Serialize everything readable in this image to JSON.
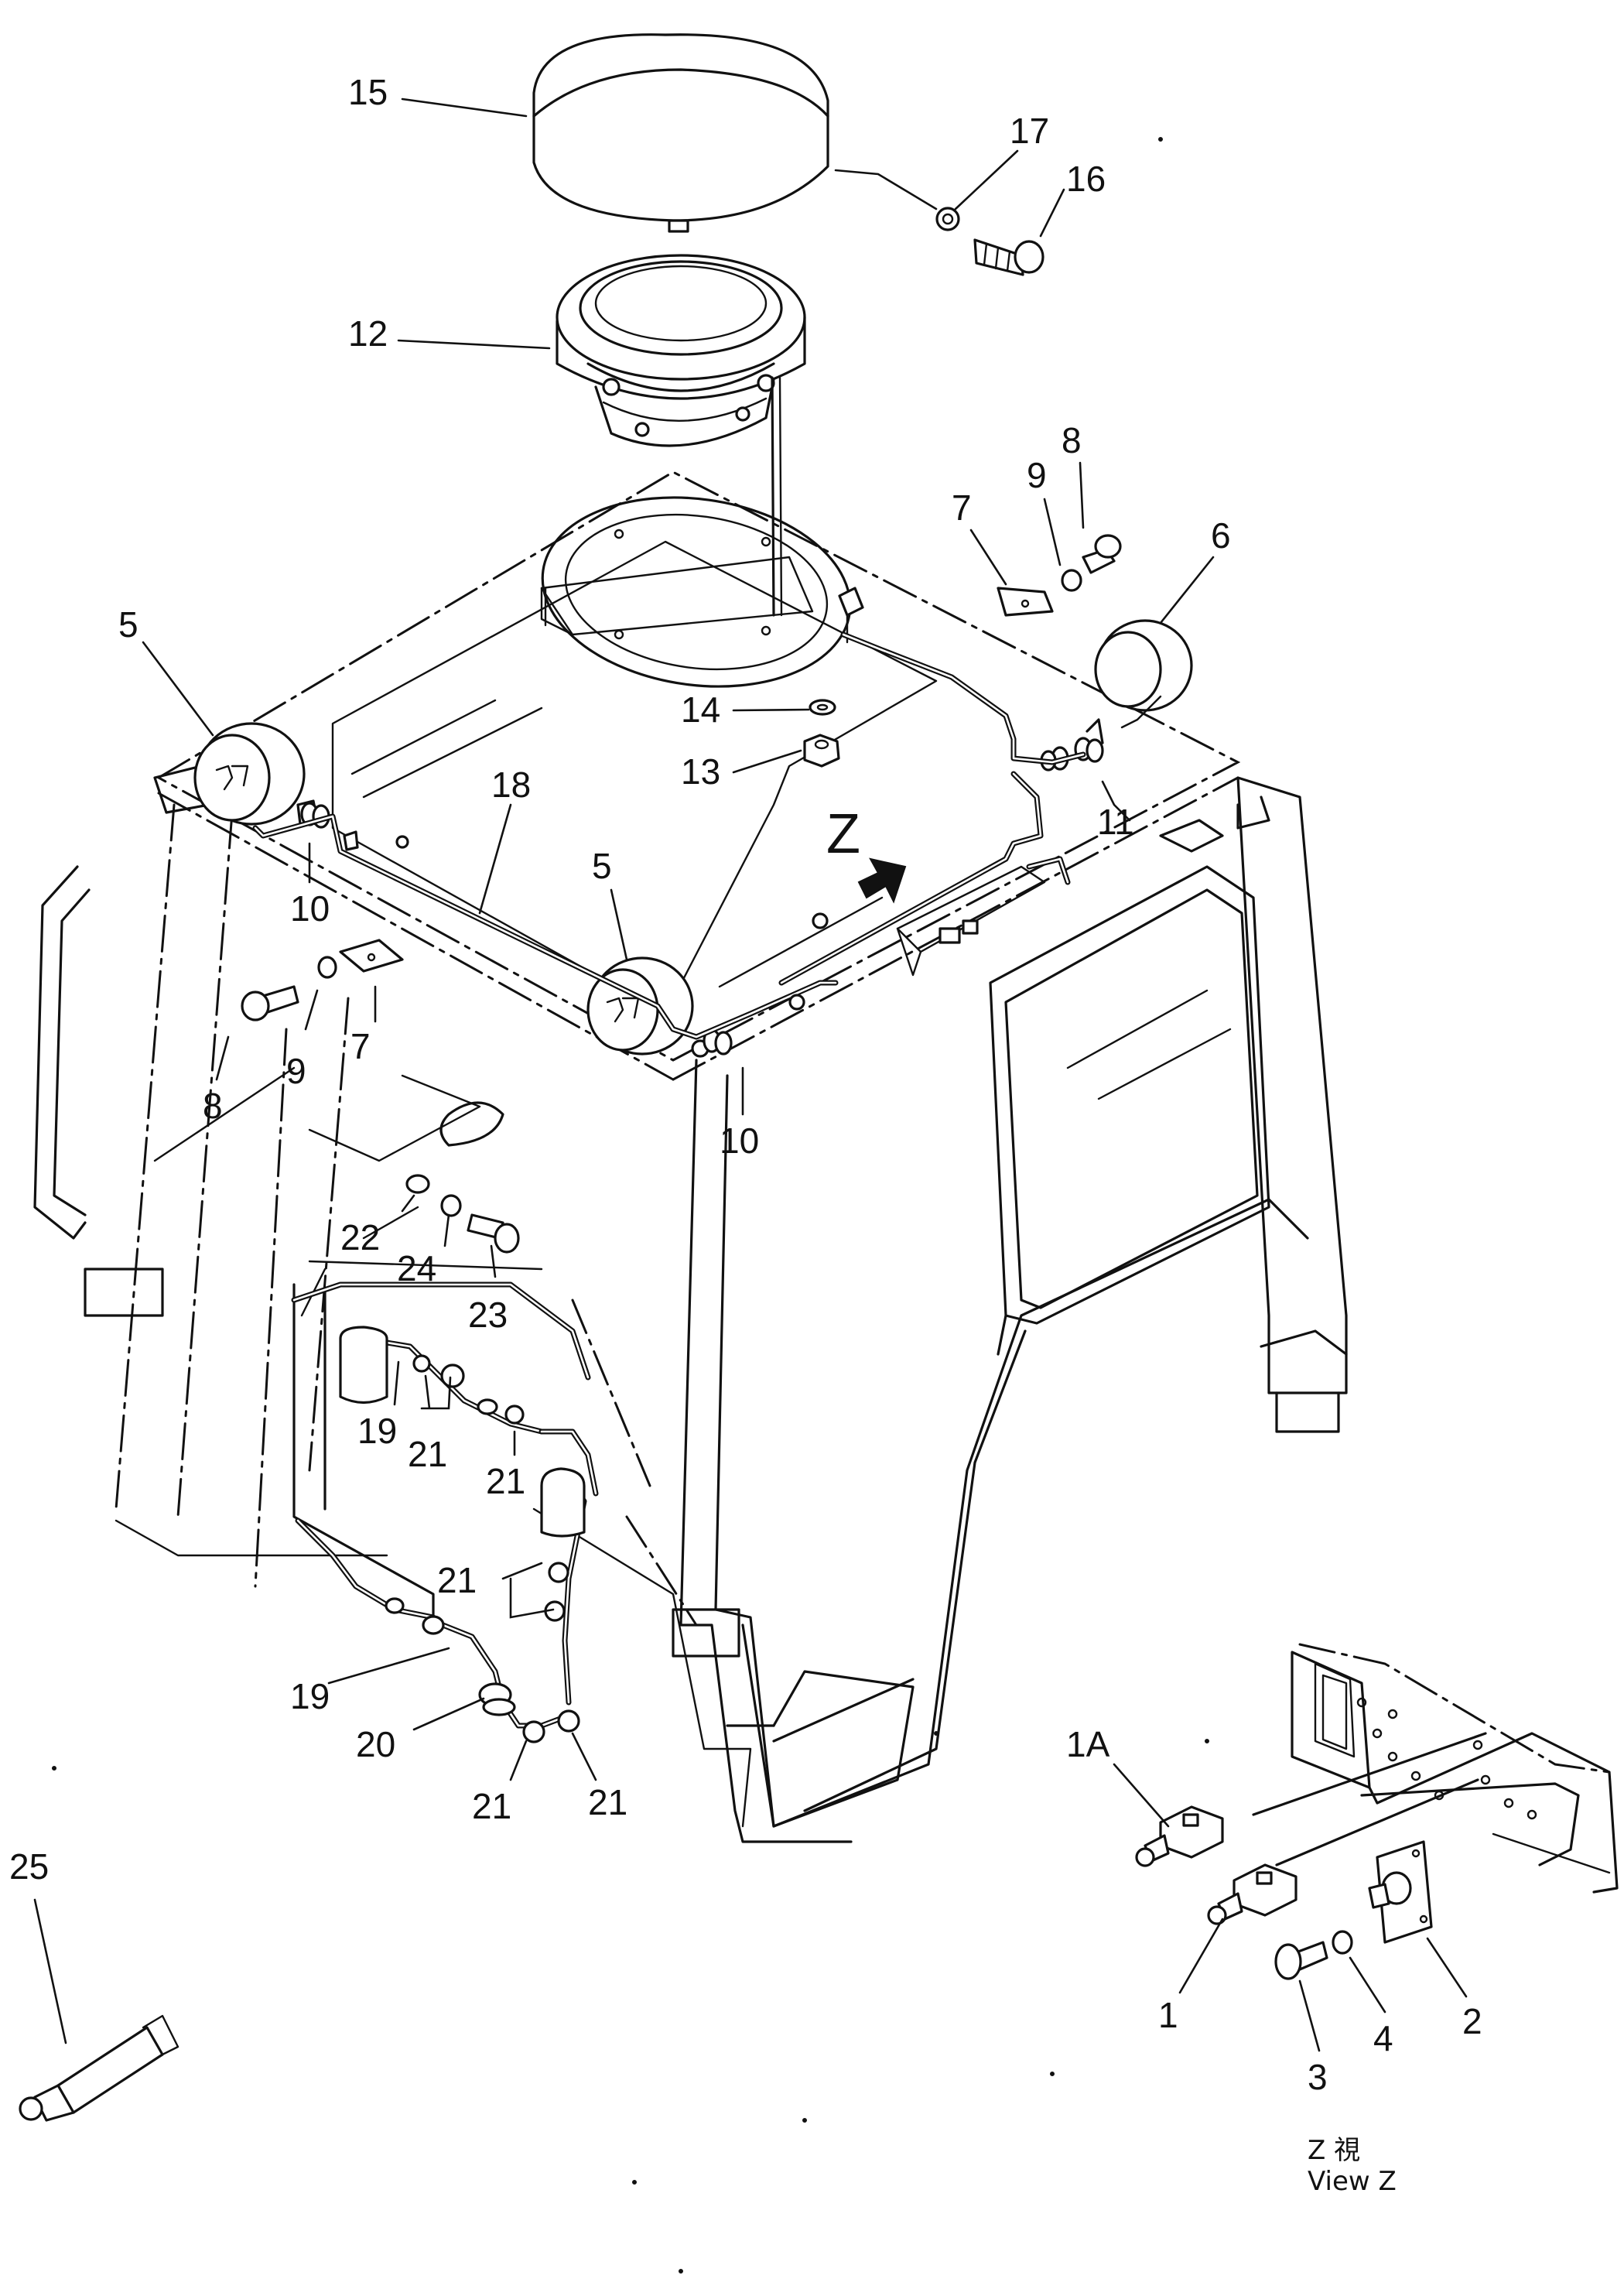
{
  "view_marker": "Z",
  "view_caption": {
    "line1": "Z 視",
    "line2": "View Z"
  },
  "callouts": [
    {
      "id": "15",
      "text": "15"
    },
    {
      "id": "17",
      "text": "17"
    },
    {
      "id": "16",
      "text": "16"
    },
    {
      "id": "12",
      "text": "12"
    },
    {
      "id": "8a",
      "text": "8"
    },
    {
      "id": "9a",
      "text": "9"
    },
    {
      "id": "7a",
      "text": "7"
    },
    {
      "id": "6",
      "text": "6"
    },
    {
      "id": "5a",
      "text": "5"
    },
    {
      "id": "14",
      "text": "14"
    },
    {
      "id": "13",
      "text": "13"
    },
    {
      "id": "11",
      "text": "11"
    },
    {
      "id": "18",
      "text": "18"
    },
    {
      "id": "10a",
      "text": "10"
    },
    {
      "id": "5b",
      "text": "5"
    },
    {
      "id": "9b",
      "text": "9"
    },
    {
      "id": "7b",
      "text": "7"
    },
    {
      "id": "8b",
      "text": "8"
    },
    {
      "id": "10b",
      "text": "10"
    },
    {
      "id": "22",
      "text": "22"
    },
    {
      "id": "24",
      "text": "24"
    },
    {
      "id": "23",
      "text": "23"
    },
    {
      "id": "19a",
      "text": "19"
    },
    {
      "id": "21a",
      "text": "21"
    },
    {
      "id": "21b",
      "text": "21"
    },
    {
      "id": "21c",
      "text": "21"
    },
    {
      "id": "19b",
      "text": "19"
    },
    {
      "id": "20",
      "text": "20"
    },
    {
      "id": "21d",
      "text": "21"
    },
    {
      "id": "21e",
      "text": "21"
    },
    {
      "id": "25",
      "text": "25"
    },
    {
      "id": "1A",
      "text": "1A"
    },
    {
      "id": "2",
      "text": "2"
    },
    {
      "id": "1",
      "text": "1"
    },
    {
      "id": "4",
      "text": "4"
    },
    {
      "id": "3",
      "text": "3"
    }
  ]
}
